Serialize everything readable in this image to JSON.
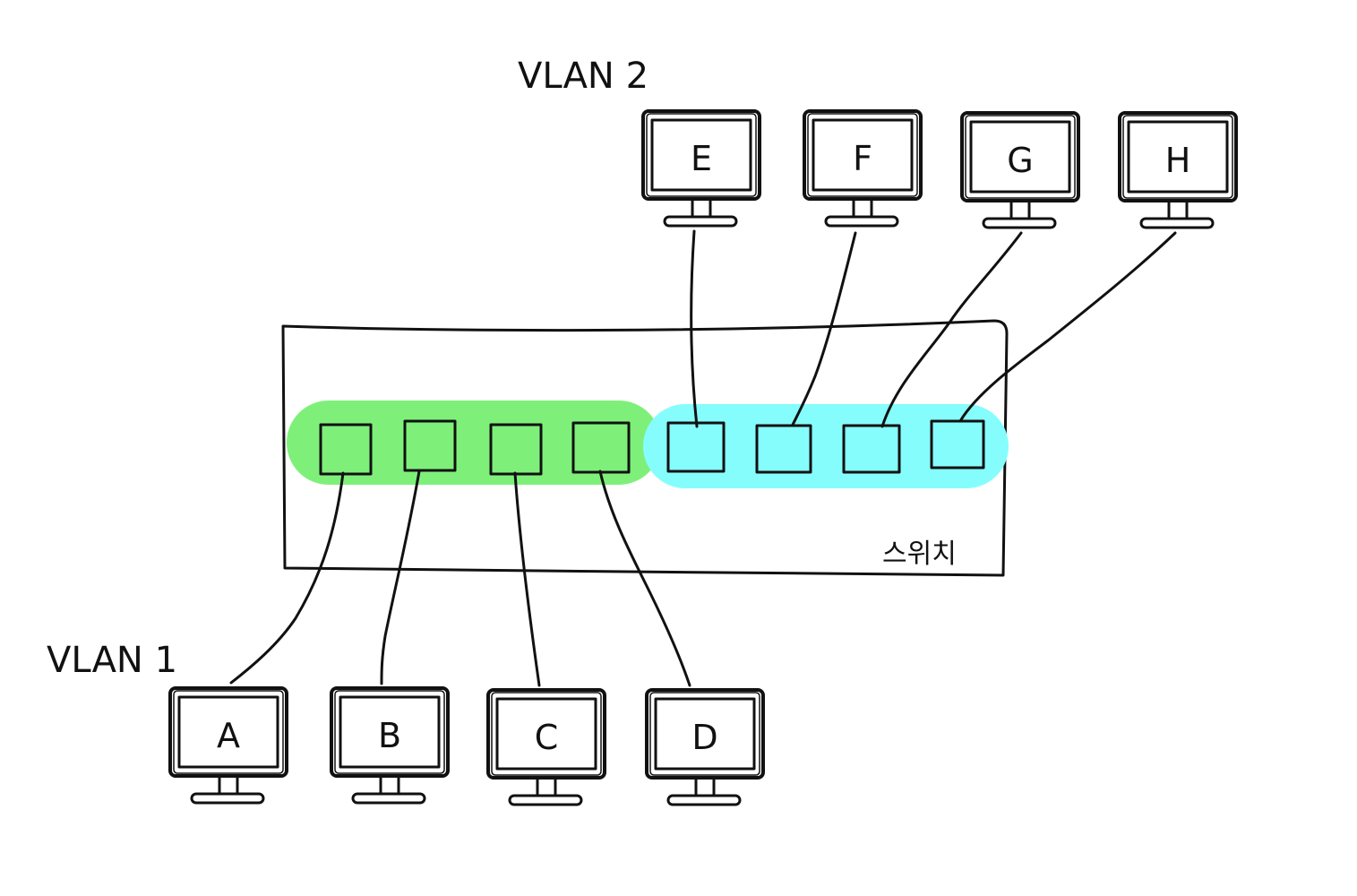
{
  "vlan_labels": {
    "vlan1": "VLAN 1",
    "vlan2": "VLAN 2"
  },
  "switch": {
    "label": "스위치"
  },
  "groups": {
    "vlan1": {
      "color": "#7ef07a"
    },
    "vlan2": {
      "color": "#86fdfd"
    }
  },
  "computers": [
    {
      "label": "A",
      "vlan": "vlan1"
    },
    {
      "label": "B",
      "vlan": "vlan1"
    },
    {
      "label": "C",
      "vlan": "vlan1"
    },
    {
      "label": "D",
      "vlan": "vlan1"
    },
    {
      "label": "E",
      "vlan": "vlan2"
    },
    {
      "label": "F",
      "vlan": "vlan2"
    },
    {
      "label": "G",
      "vlan": "vlan2"
    },
    {
      "label": "H",
      "vlan": "vlan2"
    }
  ]
}
